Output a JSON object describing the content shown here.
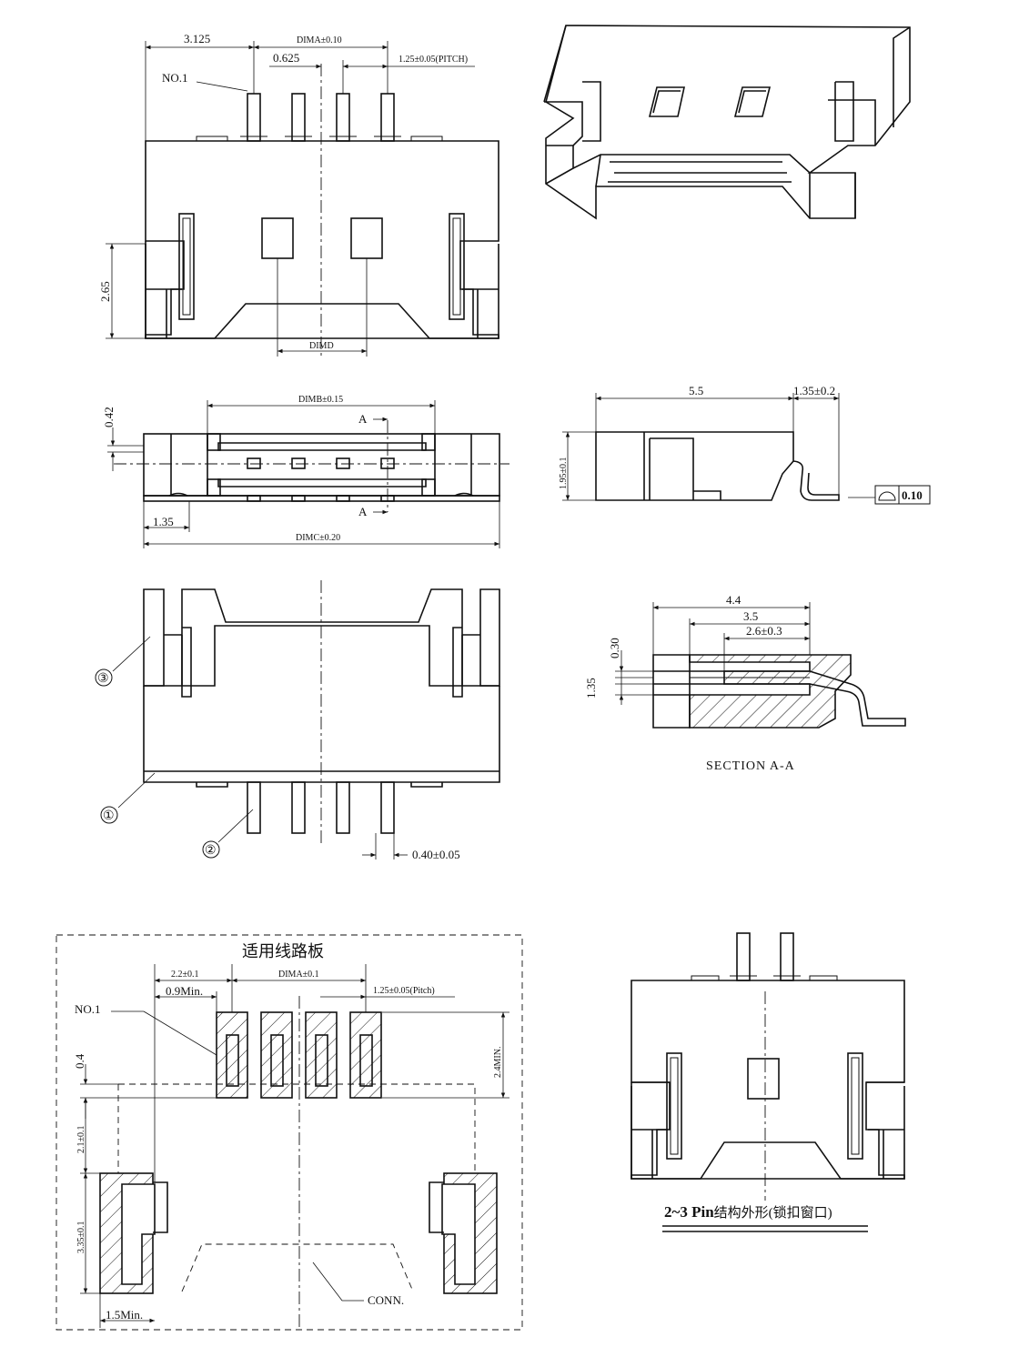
{
  "front_view": {
    "dim_3125": "3.125",
    "dim_a": "DIMA±0.10",
    "dim_0625": "0.625",
    "dim_pitch": "1.25±0.05(PITCH)",
    "pin1": "NO.1",
    "dim_265": "2.65",
    "dim_d": "DIMD"
  },
  "bottom_view": {
    "dim_042": "0.42",
    "dim_b": "DIMB±0.15",
    "sec_a": "A",
    "dim_135": "1.35",
    "dim_c": "DIMC±0.20"
  },
  "side_view": {
    "dim_55": "5.5",
    "dim_135": "1.35±0.2",
    "dim_195": "1.95±0.1",
    "flatness": "0.10"
  },
  "top_view": {
    "c1": "①",
    "c2": "②",
    "c3": "③",
    "dim_040": "0.40±0.05"
  },
  "section": {
    "dim_44": "4.4",
    "dim_35": "3.5",
    "dim_26": "2.6±0.3",
    "dim_030": "0.30",
    "dim_135": "1.35",
    "title": "SECTION A-A"
  },
  "pcb": {
    "title": "适用线路板",
    "dim_22": "2.2±0.1",
    "dim_09": "0.9Min.",
    "dim_a": "DIMA±0.1",
    "dim_pitch": "1.25±0.05(Pitch)",
    "pin1": "NO.1",
    "dim_04": "0.4",
    "dim_24": "2.4MIN.",
    "dim_21": "2.1±0.1",
    "dim_335": "3.35±0.1",
    "dim_15": "1.5Min.",
    "conn": "CONN."
  },
  "variant": {
    "pin_range": "2~3 ",
    "pin_word": "Pin",
    "caption": "结构外形(锁扣窗口)"
  }
}
